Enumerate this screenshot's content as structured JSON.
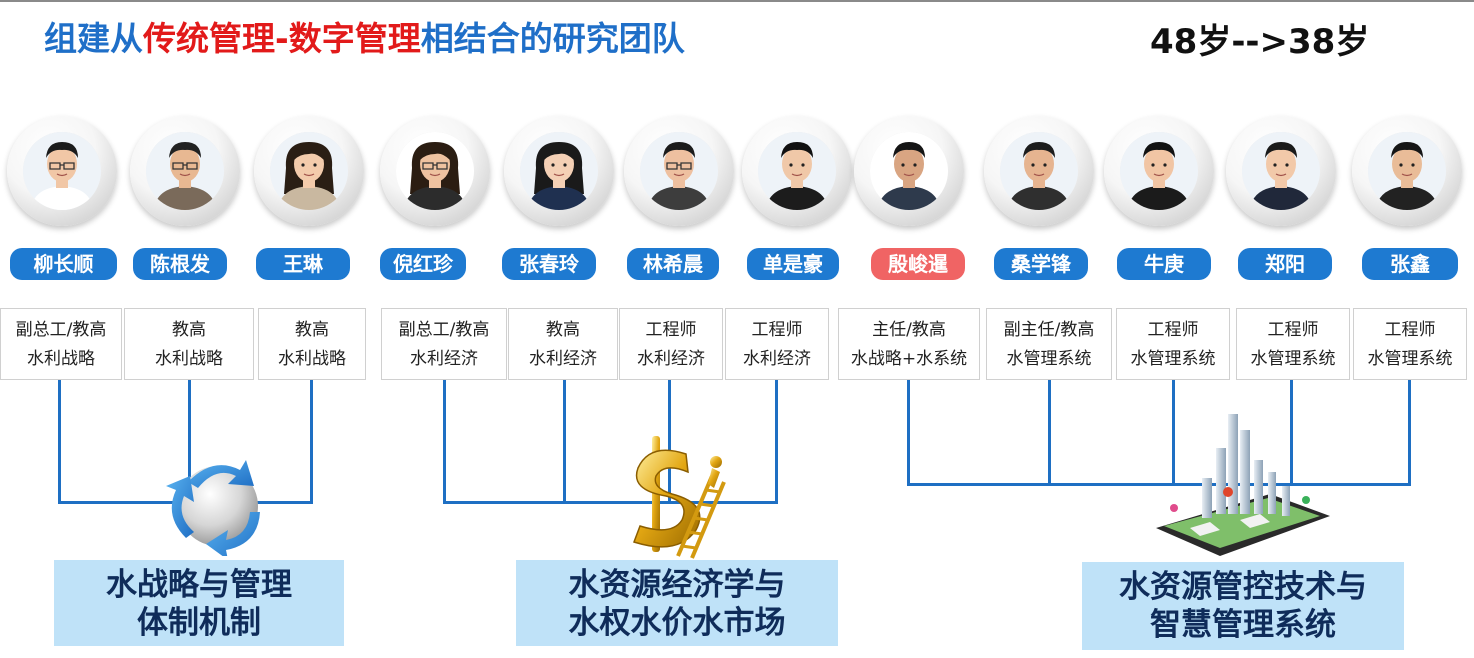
{
  "header": {
    "title_part1": "组建从",
    "title_part2": "传统管理-数字管理",
    "title_part3": "相结合的研究团队",
    "age_text": "48岁-->38岁"
  },
  "members": [
    {
      "name": "柳长顺",
      "title": "副总工/教高",
      "field": "水利战略"
    },
    {
      "name": "陈根发",
      "title": "教高",
      "field": "水利战略"
    },
    {
      "name": "王琳",
      "title": "教高",
      "field": "水利战略"
    },
    {
      "name": "倪红珍",
      "title": "副总工/教高",
      "field": "水利经济"
    },
    {
      "name": "张春玲",
      "title": "教高",
      "field": "水利经济"
    },
    {
      "name": "林希晨",
      "title": "工程师",
      "field": "水利经济"
    },
    {
      "name": "单是豪",
      "title": "工程师",
      "field": "水利经济"
    },
    {
      "name": "殷峻暹",
      "title": "主任/教高",
      "field": "水战略+水系统"
    },
    {
      "name": "桑学锋",
      "title": "副主任/教高",
      "field": "水管理系统"
    },
    {
      "name": "牛庚",
      "title": "工程师",
      "field": "水管理系统"
    },
    {
      "name": "郑阳",
      "title": "工程师",
      "field": "水管理系统"
    },
    {
      "name": "张鑫",
      "title": "工程师",
      "field": "水管理系统"
    }
  ],
  "themes": [
    {
      "line1": "水战略与管理",
      "line2": "体制机制"
    },
    {
      "line1": "水资源经济学与",
      "line2": "水权水价水市场"
    },
    {
      "line1": "水资源管控技术与",
      "line2": "智慧管理系统"
    }
  ],
  "colors": {
    "title_blue": "#1f6fc8",
    "title_red": "#e21a1a",
    "name_pill": "#1e7ad1",
    "name_pill_highlight": "#f06464",
    "connector": "#1e6fc3",
    "theme_box": "#bfe2f8"
  },
  "icons": [
    "person-photo",
    "recycle-arrows-icon",
    "gold-dollar-ladder-icon",
    "smart-city-tablet-icon"
  ]
}
